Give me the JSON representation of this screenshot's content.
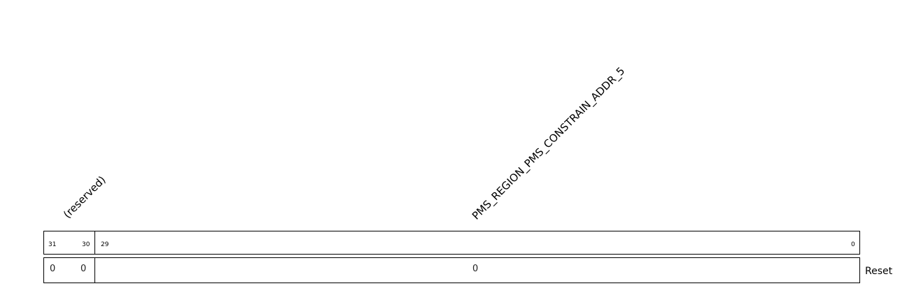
{
  "fields": [
    {
      "name": "(reserved)",
      "msb": "31",
      "lsb": "30",
      "reset": [
        "0",
        "0"
      ]
    },
    {
      "name": "PMS_REGION_PMS_CONSTRAIN_ADDR_5",
      "msb": "29",
      "lsb": "0",
      "reset": [
        "0"
      ]
    }
  ],
  "row_label": "Reset"
}
